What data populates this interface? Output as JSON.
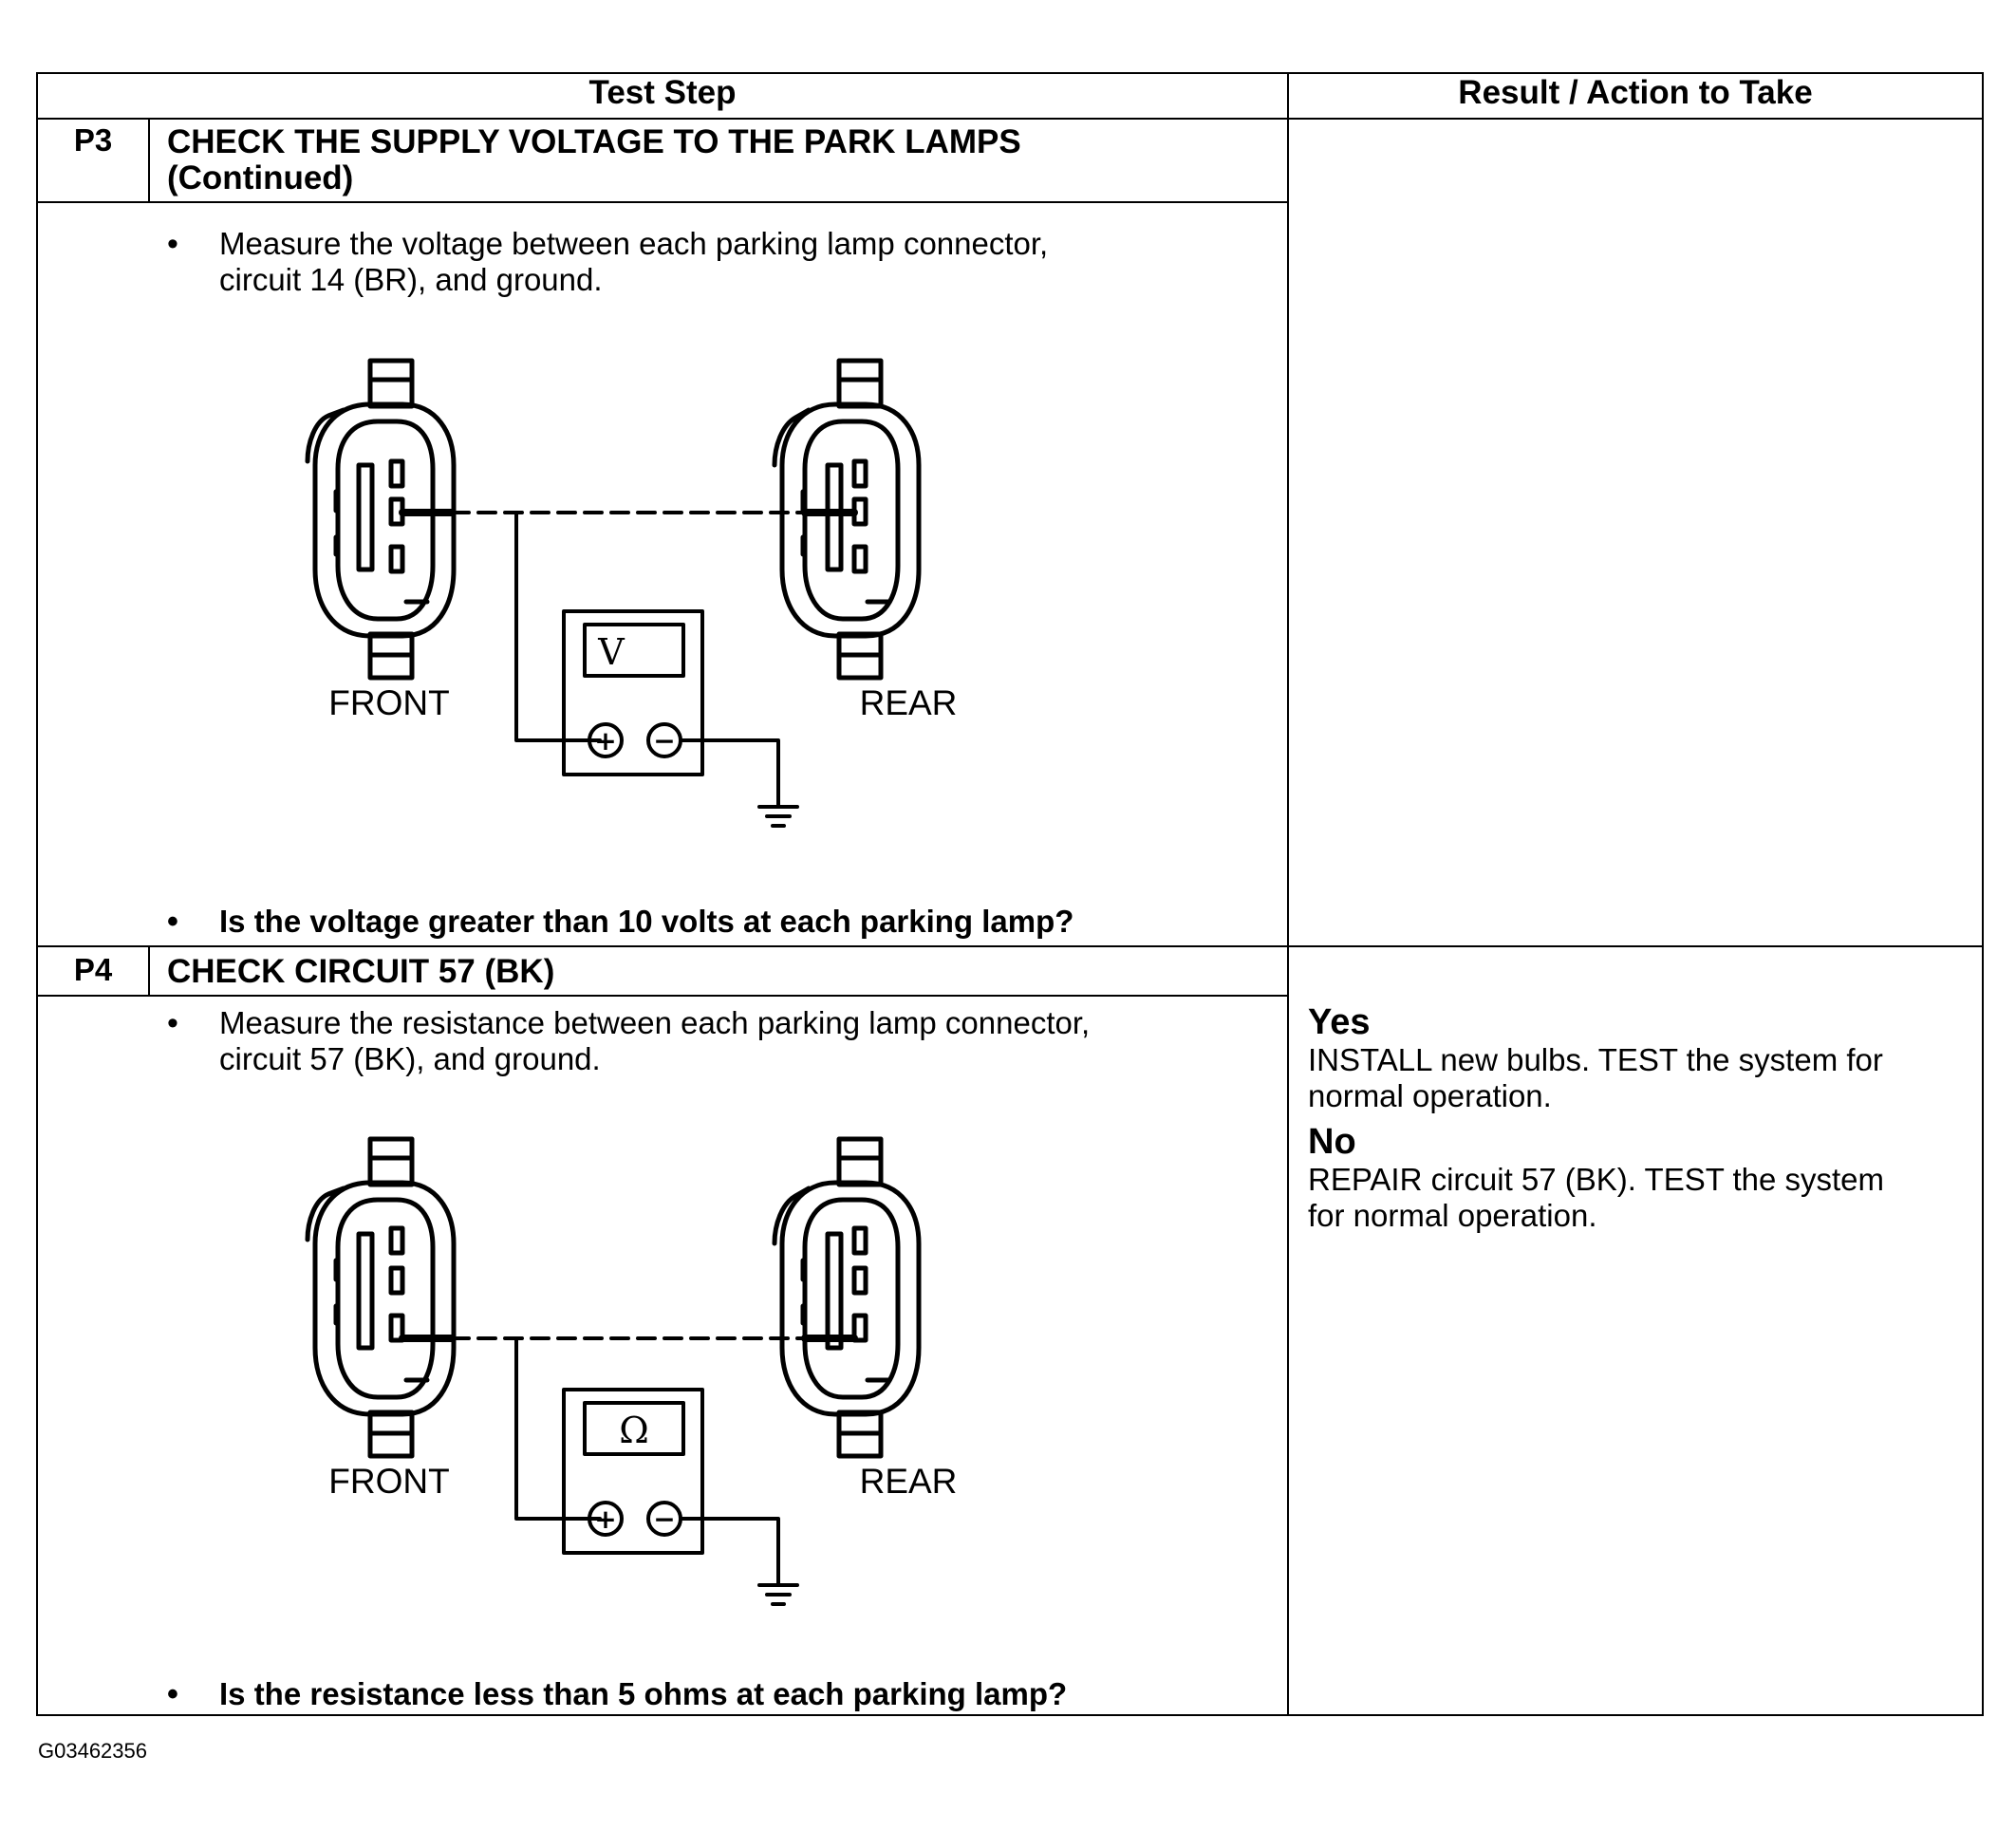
{
  "table": {
    "header_test_step": "Test Step",
    "header_result": "Result / Action to Take"
  },
  "steps": [
    {
      "id": "P3",
      "title_line1": "CHECK THE SUPPLY VOLTAGE TO THE PARK LAMPS",
      "title_line2": "(Continued)",
      "instruction_line1": "Measure the voltage between each parking lamp connector,",
      "instruction_line2": "circuit 14 (BR), and ground.",
      "diagram": {
        "front_label": "FRONT",
        "rear_label": "REAR",
        "meter_symbol": "V",
        "plus_symbol": "+",
        "minus_symbol": "−"
      },
      "question": "Is the voltage greater than 10 volts at each parking lamp?"
    },
    {
      "id": "P4",
      "title_line1": "CHECK CIRCUIT 57 (BK)",
      "instruction_line1": "Measure the resistance between each parking lamp connector,",
      "instruction_line2": "circuit 57 (BK), and ground.",
      "diagram": {
        "front_label": "FRONT",
        "rear_label": "REAR",
        "meter_symbol": "Ω",
        "plus_symbol": "+",
        "minus_symbol": "−"
      },
      "question": "Is the resistance less than 5 ohms at each parking lamp?",
      "result": {
        "yes_label": "Yes",
        "yes_line1": "INSTALL new bulbs. TEST the system for",
        "yes_line2": "normal operation.",
        "no_label": "No",
        "no_line1": "REPAIR circuit 57 (BK). TEST the system",
        "no_line2": "for normal operation."
      }
    }
  ],
  "figure_id": "G03462356"
}
